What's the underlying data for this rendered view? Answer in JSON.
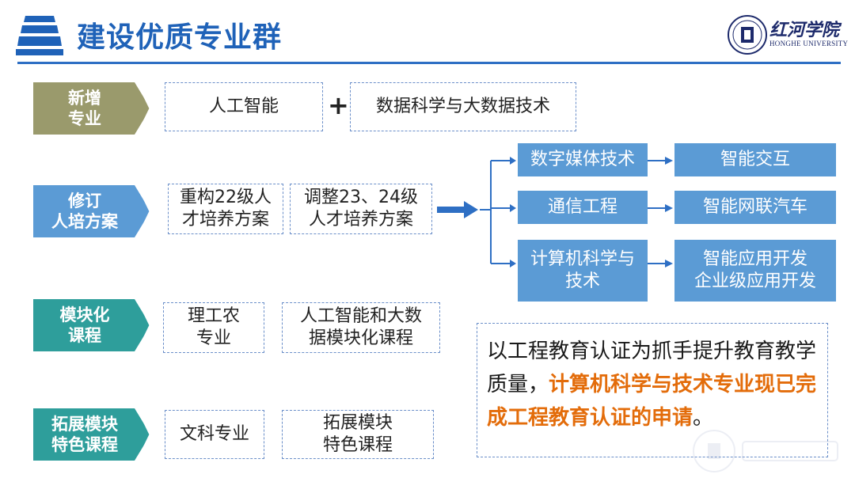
{
  "header": {
    "title": "建设优质专业群",
    "logo_zh": "红河学院",
    "logo_en": "HONGHE UNIVERSITY"
  },
  "rows": [
    {
      "label": "新增\n专业",
      "color": "#9a9a6c",
      "boxes": [
        "人工智能",
        "数据科学与大数据技术"
      ],
      "connector": "+"
    },
    {
      "label": "修订\n人培方案",
      "color": "#5b9bd5",
      "boxes": [
        "重构22级人\n才培养方案",
        "调整23、24级\n人才培养方案"
      ]
    },
    {
      "label": "模块化\n课程",
      "color": "#2e9e9b",
      "boxes": [
        "理工农\n专业",
        "人工智能和大数\n据模块化课程"
      ]
    },
    {
      "label": "拓展模块\n特色课程",
      "color": "#2e9e9b",
      "boxes": [
        "文科专业",
        "拓展模块\n特色课程"
      ]
    }
  ],
  "tree": [
    {
      "major": "数字媒体技术",
      "direction": "智能交互"
    },
    {
      "major": "通信工程",
      "direction": "智能网联汽车"
    },
    {
      "major": "计算机科学与\n技术",
      "direction": "智能应用开发\n企业级应用开发"
    }
  ],
  "callout": {
    "part1": "以工程教育认证为抓手提升教育教学质量，",
    "highlight": "计算机科学与技术专业现已完成工程教育认证的申请",
    "part2": "。"
  },
  "colors": {
    "title_blue": "#1f62b8",
    "box_blue": "#5b9bd5",
    "arrow_blue": "#2e6fc4",
    "highlight_orange": "#e36c0a"
  },
  "icons": [
    "stack-bars-icon",
    "university-seal-icon"
  ]
}
